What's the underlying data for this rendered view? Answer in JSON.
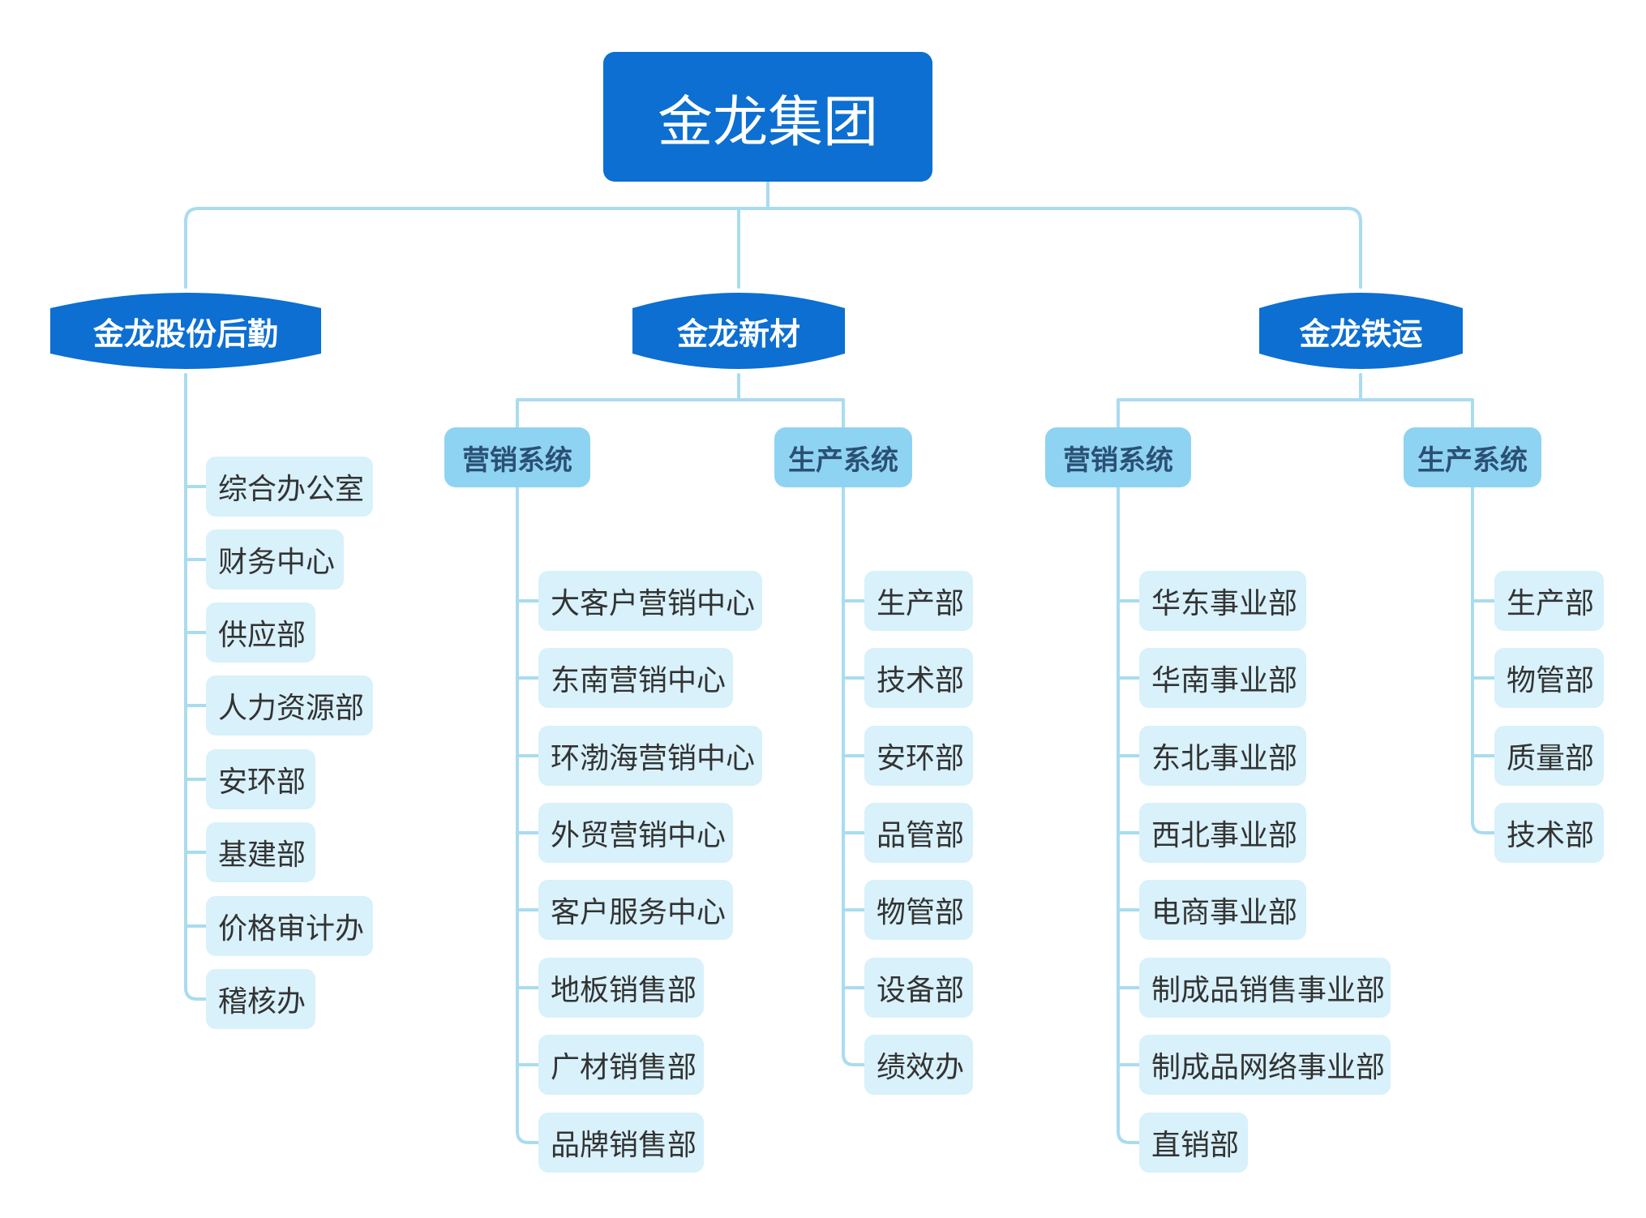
{
  "root": {
    "label": "金龙集团"
  },
  "companies": [
    {
      "name": "金龙股份后勤",
      "departments": [
        "综合办公室",
        "财务中心",
        "供应部",
        "人力资源部",
        "安环部",
        "基建部",
        "价格审计办",
        "稽核办"
      ]
    },
    {
      "name": "金龙新材",
      "systems": [
        {
          "name": "营销系统",
          "departments": [
            "大客户营销中心",
            "东南营销中心",
            "环渤海营销中心",
            "外贸营销中心",
            "客户服务中心",
            "地板销售部",
            "广材销售部",
            "品牌销售部"
          ]
        },
        {
          "name": "生产系统",
          "departments": [
            "生产部",
            "技术部",
            "安环部",
            "品管部",
            "物管部",
            "设备部",
            "绩效办"
          ]
        }
      ]
    },
    {
      "name": "金龙铁运",
      "systems": [
        {
          "name": "营销系统",
          "departments": [
            "华东事业部",
            "华南事业部",
            "东北事业部",
            "西北事业部",
            "电商事业部",
            "制成品销售事业部",
            "制成品网络事业部",
            "直销部"
          ]
        },
        {
          "name": "生产系统",
          "departments": [
            "生产部",
            "物管部",
            "质量部",
            "技术部"
          ]
        }
      ]
    }
  ],
  "colors": {
    "root": "#0c6fd1",
    "company": "#0c6fd1",
    "system": "#8fd3f2",
    "leaf": "#d8f1fb",
    "connector": "#a9dcef"
  }
}
